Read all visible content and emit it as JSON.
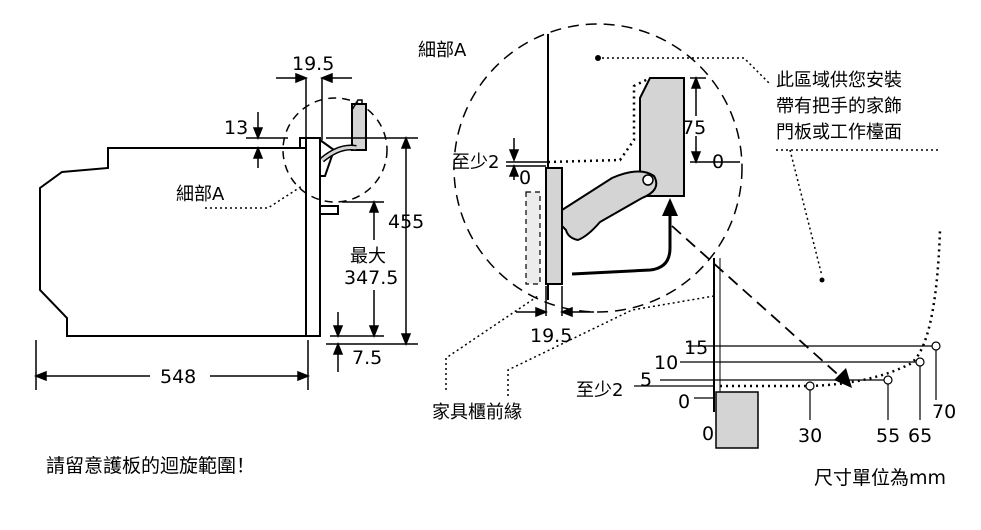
{
  "labels": {
    "detail_a_top": "細部A",
    "detail_a_side": "細部A",
    "furniture_front_edge": "家具櫃前緣",
    "note_line1": "此區域供您安裝",
    "note_line2": "帶有把手的家飾",
    "note_line3": "門板或工作檯面",
    "hinge_warning": "請留意護板的迴旋範圍！",
    "units_note": "尺寸單位為mm",
    "max_label": "最大"
  },
  "dimensions": {
    "d19_5_top": "19.5",
    "d13": "13",
    "d455": "455",
    "d347_5": "347.5",
    "d7_5": "7.5",
    "d548": "548",
    "d75": "75",
    "d0_detail_right": "0",
    "d0_detail_left": "0",
    "min2_detail": "至少2",
    "d19_5_detail": "19.5",
    "scale_15": "15",
    "scale_10": "10",
    "scale_5": "5",
    "scale_0": "0",
    "min2_scale": "至少2",
    "scale_0_bottom": "0",
    "scale_30": "30",
    "scale_55": "55",
    "scale_65": "65",
    "scale_70": "70"
  },
  "colors": {
    "line": "#000000",
    "panel_fill": "#d4d4d4"
  }
}
